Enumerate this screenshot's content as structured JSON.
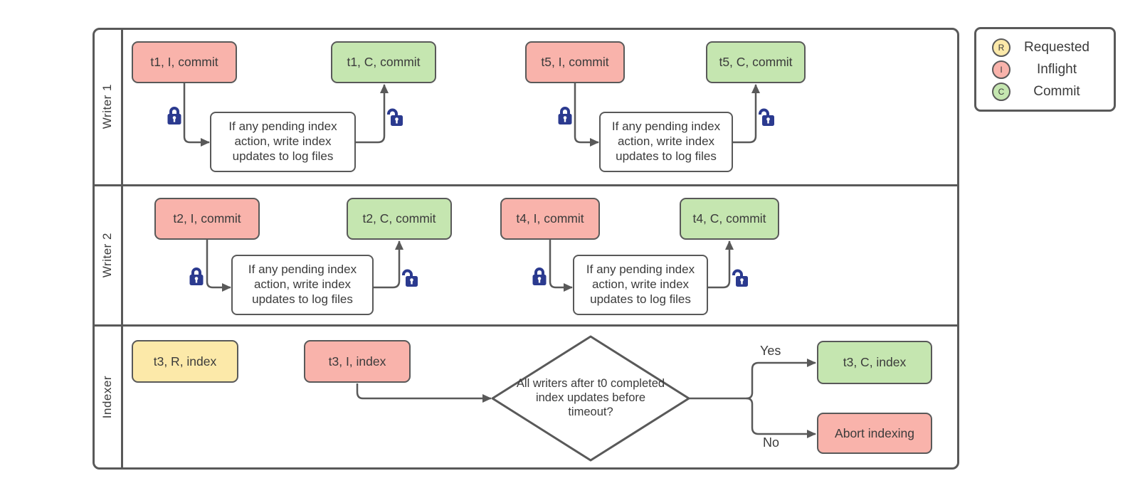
{
  "lanes": {
    "lane1": "Writer 1",
    "lane2": "Writer 2",
    "lane3": "Indexer"
  },
  "nodes": {
    "t1_inflight": "t1, I, commit",
    "t1_commit": "t1, C, commit",
    "t5_inflight": "t5, I, commit",
    "t5_commit": "t5, C, commit",
    "t2_inflight": "t2, I, commit",
    "t2_commit": "t2, C, commit",
    "t4_inflight": "t4, I, commit",
    "t4_commit": "t4, C, commit",
    "t3_requested": "t3, R, index",
    "t3_inflight": "t3, I, index",
    "t3_commit": "t3, C, index",
    "abort": "Abort indexing",
    "process": "If any pending index action, write index updates to log files",
    "decision": "All writers after t0 completed index updates before timeout?"
  },
  "edge_labels": {
    "yes": "Yes",
    "no": "No"
  },
  "legend": {
    "items": [
      {
        "letter": "R",
        "label": "Requested",
        "color": "#fce9a9"
      },
      {
        "letter": "I",
        "label": "Inflight",
        "color": "#f9b3ab"
      },
      {
        "letter": "C",
        "label": "Commit",
        "color": "#c5e6b0"
      }
    ]
  },
  "colors": {
    "requested": "#fce9a9",
    "inflight": "#f9b3ab",
    "commit": "#c5e6b0",
    "stroke": "#595959",
    "lock": "#2b3a8f",
    "text": "#3b3b3b"
  }
}
